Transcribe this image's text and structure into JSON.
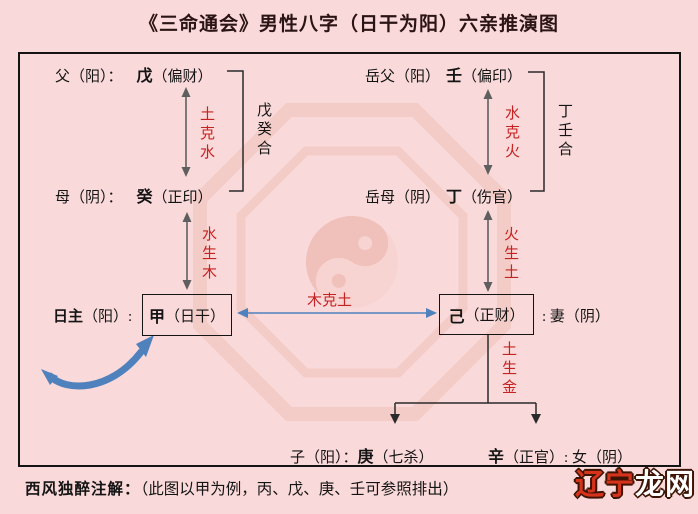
{
  "title": "《三命通会》男性八字（日干为阳）六亲推演图",
  "nodes": {
    "father": {
      "prefix": "父（阳）：",
      "stem": "戊",
      "god": "（偏财）"
    },
    "mother": {
      "prefix": "母（阴）：",
      "stem": "癸",
      "god": "（正印）"
    },
    "father_in_law": {
      "prefix": "岳父（阳）",
      "stem": "壬",
      "god": "（偏印）"
    },
    "mother_in_law": {
      "prefix": "岳母（阴）",
      "stem": "丁",
      "god": "（伤官）"
    },
    "day_master": {
      "label_bold": "日主",
      "label_rest": "（阳）:",
      "stem": "甲",
      "god": "（日干）"
    },
    "wife": {
      "stem": "己",
      "god": "（正财）",
      "suffix": ": 妻（阴）"
    },
    "son": {
      "prefix": "子（阳）：",
      "stem": "庚",
      "god": "（七杀）"
    },
    "daughter": {
      "stem": "辛",
      "god": "（正官）",
      "suffix": ": 女（阴）"
    }
  },
  "relations": {
    "earth_controls_water": "土克水",
    "water_controls_fire": "水克火",
    "water_generates_wood": "水生木",
    "fire_generates_earth": "火生土",
    "wood_controls_earth": "木克土",
    "earth_generates_metal": "土生金",
    "wu_gui_combo": "戊癸合",
    "ding_ren_combo": "丁壬合"
  },
  "footer": {
    "label": "西风独醉注解：",
    "note": "（此图以甲为例，丙、戊、庚、壬可参照排出）"
  },
  "site_watermark": {
    "part1": "辽宁",
    "part2": "龙网"
  },
  "colors": {
    "background": "#f9d9d9",
    "accent_red": "#c62222",
    "arrow_blue": "#4f81bd",
    "arrow_gray": "#5f5f5f",
    "border": "#141414",
    "logo_red": "#d6331c",
    "logo_white": "#ffffff"
  }
}
